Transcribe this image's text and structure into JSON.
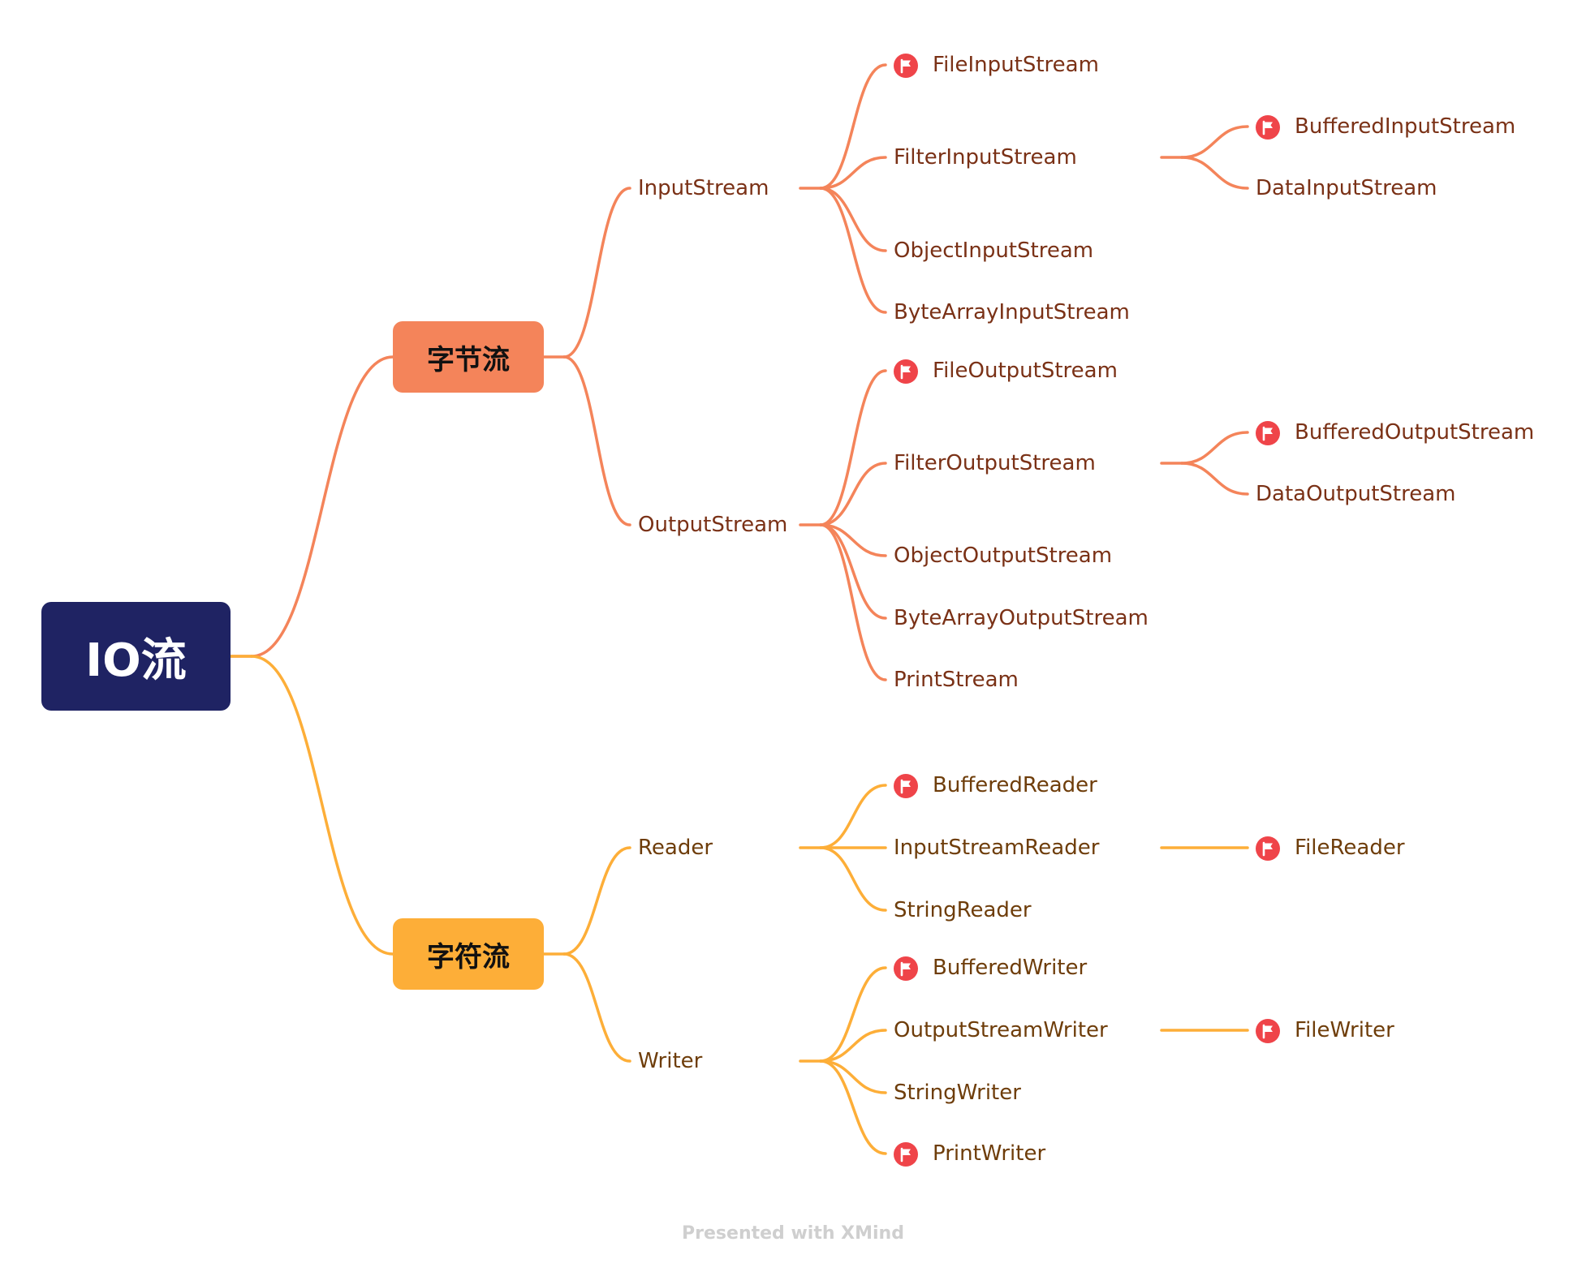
{
  "mindmap": {
    "root": "IO流",
    "branches": [
      {
        "label": "字节流",
        "color": "#f4845a",
        "children": [
          {
            "label": "InputStream",
            "children": [
              {
                "label": "FileInputStream",
                "flag": true
              },
              {
                "label": "FilterInputStream",
                "children": [
                  {
                    "label": "BufferedInputStream",
                    "flag": true
                  },
                  {
                    "label": "DataInputStream"
                  }
                ]
              },
              {
                "label": "ObjectInputStream"
              },
              {
                "label": "ByteArrayInputStream"
              }
            ]
          },
          {
            "label": "OutputStream",
            "children": [
              {
                "label": "FileOutputStream",
                "flag": true
              },
              {
                "label": "FilterOutputStream",
                "children": [
                  {
                    "label": "BufferedOutputStream",
                    "flag": true
                  },
                  {
                    "label": "DataOutputStream"
                  }
                ]
              },
              {
                "label": "ObjectOutputStream"
              },
              {
                "label": "ByteArrayOutputStream"
              },
              {
                "label": "PrintStream"
              }
            ]
          }
        ]
      },
      {
        "label": "字符流",
        "color": "#fdae38",
        "children": [
          {
            "label": "Reader",
            "children": [
              {
                "label": "BufferedReader",
                "flag": true
              },
              {
                "label": "InputStreamReader",
                "children": [
                  {
                    "label": "FileReader",
                    "flag": true
                  }
                ]
              },
              {
                "label": "StringReader"
              }
            ]
          },
          {
            "label": "Writer",
            "children": [
              {
                "label": "BufferedWriter",
                "flag": true
              },
              {
                "label": "OutputStreamWriter",
                "children": [
                  {
                    "label": "FileWriter",
                    "flag": true
                  }
                ]
              },
              {
                "label": "StringWriter"
              },
              {
                "label": "PrintWriter",
                "flag": true
              }
            ]
          }
        ]
      }
    ]
  },
  "colors": {
    "root_bg": "#1f2363",
    "flag": "#ef4449",
    "orange_text": "#7a3116",
    "yellow_text": "#6e3d0a"
  },
  "footer": {
    "watermark": "Presented with XMind"
  }
}
